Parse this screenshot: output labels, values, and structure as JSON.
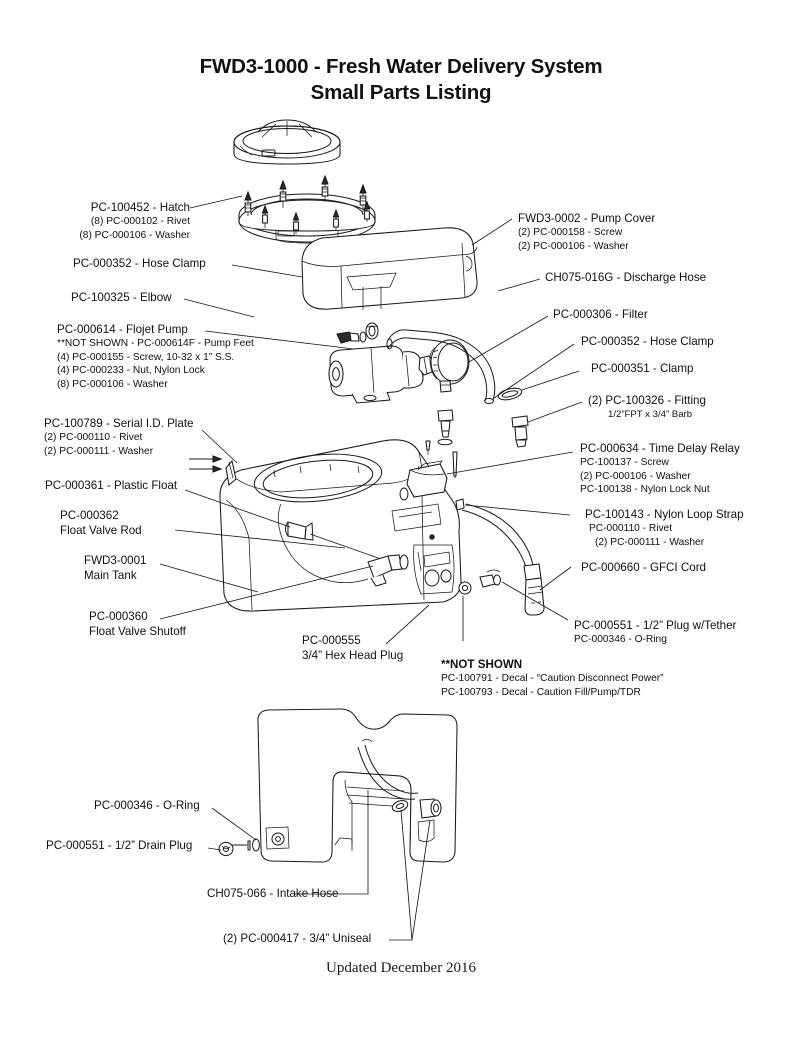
{
  "document": {
    "title_line1": "FWD3-1000  - Fresh Water Delivery System",
    "title_line2": "Small Parts Listing",
    "footer": "Updated December 2016"
  },
  "callouts": {
    "hatch": {
      "main": "PC-100452 - Hatch",
      "sub": [
        "(8) PC-000102 - Rivet",
        "(8) PC-000106 - Washer"
      ]
    },
    "hose_clamp_upper": {
      "main": "PC-000352 - Hose Clamp"
    },
    "elbow": {
      "main": "PC-100325 - Elbow"
    },
    "flojet_pump": {
      "main": "PC-000614 - Flojet Pump",
      "sub": [
        "**NOT SHOWN - PC-000614F - Pump Feet",
        "(4) PC-000155 - Screw, 10-32 x 1” S.S.",
        "(4) PC-000233 - Nut, Nylon Lock",
        "(8) PC-000106 - Washer"
      ]
    },
    "serial_id_plate": {
      "main": "PC-100789 - Serial I.D. Plate",
      "sub": [
        "(2) PC-000110 - Rivet",
        "(2) PC-000111 - Washer"
      ]
    },
    "plastic_float": {
      "main": "PC-000361 - Plastic Float"
    },
    "float_valve_rod": {
      "main": "PC-000362",
      "main2": "Float Valve Rod"
    },
    "main_tank": {
      "main": "FWD3-0001",
      "main2": "Main Tank"
    },
    "float_valve_shutoff": {
      "main": "PC-000360",
      "main2": "Float Valve Shutoff"
    },
    "hex_head_plug": {
      "main": "PC-000555",
      "main2": "3/4” Hex Head Plug"
    },
    "pump_cover": {
      "main": "FWD3-0002 - Pump Cover",
      "sub": [
        "(2) PC-000158 - Screw",
        "(2) PC-000106 - Washer"
      ]
    },
    "discharge_hose": {
      "main": "CH075-016G - Discharge Hose"
    },
    "filter": {
      "main": "PC-000306 - Filter"
    },
    "hose_clamp_lower": {
      "main": "PC-000352 - Hose Clamp"
    },
    "clamp": {
      "main": "PC-000351 - Clamp"
    },
    "fitting": {
      "main": "(2) PC-100326 - Fitting",
      "sub": [
        "1/2”FPT x 3/4”  Barb"
      ]
    },
    "time_delay_relay": {
      "main": "PC-000634 - Time Delay Relay",
      "sub": [
        "PC-100137 - Screw",
        "(2) PC-000106 - Washer",
        "PC-100138 - Nylon Lock Nut"
      ]
    },
    "nylon_loop_strap": {
      "main": "PC-100143 - Nylon Loop Strap",
      "sub": [
        "PC-000110 - Rivet",
        "(2) PC-000111 - Washer"
      ]
    },
    "gfci_cord": {
      "main": "PC-000660 - GFCI Cord"
    },
    "plug_tether": {
      "main": "PC-000551 - 1/2” Plug w/Tether",
      "sub": [
        "PC-000346 - O-Ring"
      ]
    },
    "not_shown": {
      "heading": "**NOT SHOWN",
      "sub": [
        "PC-100791 - Decal - “Caution Disconnect Power”",
        "PC-100793 - Decal - Caution Fill/Pump/TDR"
      ]
    },
    "o_ring_bottom": {
      "main": "PC-000346 - O-Ring"
    },
    "drain_plug": {
      "main": "PC-000551 - 1/2” Drain Plug"
    },
    "intake_hose": {
      "main": "CH075-066 - Intake Hose"
    },
    "uniseal": {
      "main": "(2) PC-000417 - 3/4” Uniseal"
    }
  },
  "colors": {
    "ink": "#1a1a1a",
    "page": "#ffffff"
  }
}
